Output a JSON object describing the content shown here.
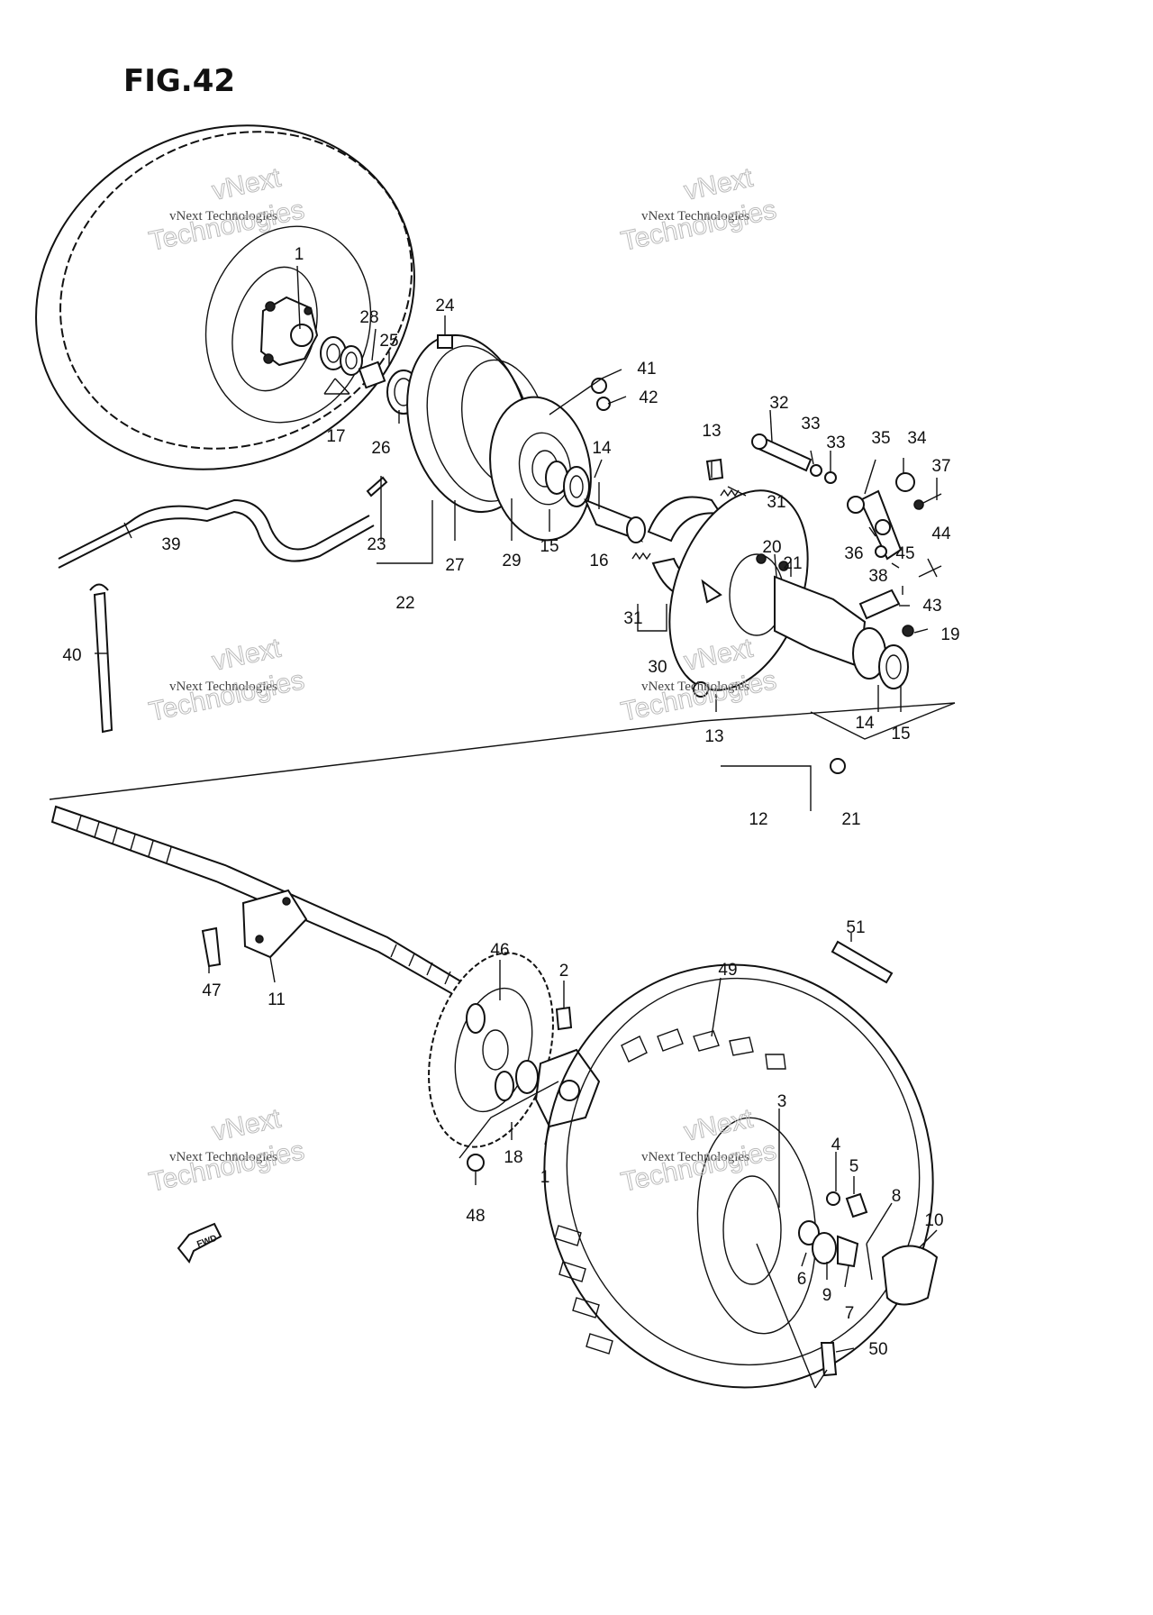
{
  "figure": {
    "title": "FIG.42"
  },
  "fwd_label": "FWD",
  "watermark": {
    "line1": "vNext Technologies",
    "line2": "vNext",
    "line3": "Technologies"
  },
  "callouts": {
    "c1a": "1",
    "c28": "28",
    "c25": "25",
    "c24": "24",
    "c41": "41",
    "c42": "42",
    "c17": "17",
    "c26": "26",
    "c23": "23",
    "c39": "39",
    "c22": "22",
    "c27": "27",
    "c29": "29",
    "c15a": "15",
    "c16": "16",
    "c14a": "14",
    "c31a": "31",
    "c31b": "31",
    "c30": "30",
    "c13a": "13",
    "c32": "32",
    "c33a": "33",
    "c33b": "33",
    "c35": "35",
    "c34": "34",
    "c37": "37",
    "c20": "20",
    "c21a": "21",
    "c36": "36",
    "c38": "38",
    "c45": "45",
    "c44": "44",
    "c43": "43",
    "c19": "19",
    "c40": "40",
    "c14b": "14",
    "c15b": "15",
    "c13b": "13",
    "c12": "12",
    "c21b": "21",
    "c51": "51",
    "c46": "46",
    "c2": "2",
    "c49": "49",
    "c47": "47",
    "c11": "11",
    "c18": "18",
    "c1b": "1",
    "c3": "3",
    "c4": "4",
    "c5": "5",
    "c8": "8",
    "c10": "10",
    "c48": "48",
    "c6": "6",
    "c9": "9",
    "c7": "7",
    "c50": "50"
  }
}
